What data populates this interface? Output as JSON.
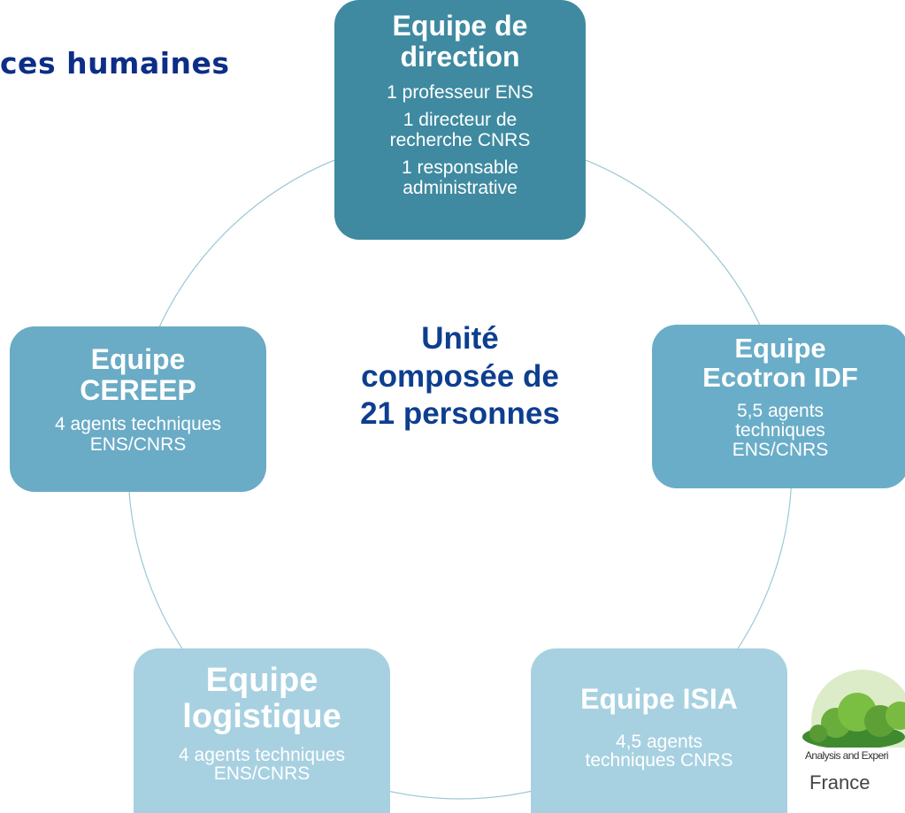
{
  "page_title": "ces humaines",
  "center_text": [
    "Unité",
    "composée de",
    "21 personnes"
  ],
  "boxes": {
    "direction": {
      "title": [
        "Equipe de",
        "direction"
      ],
      "lines": [
        "1 professeur ENS",
        "1 directeur de recherche CNRS",
        "1 responsable administrative"
      ]
    },
    "cereep": {
      "title": [
        "Equipe",
        "CEREEP"
      ],
      "lines": [
        "4 agents techniques ENS/CNRS"
      ]
    },
    "ecotron": {
      "title": [
        "Equipe",
        "Ecotron IDF"
      ],
      "lines": [
        "5,5 agents techniques ENS/CNRS"
      ]
    },
    "logistique": {
      "title": [
        "Equipe",
        "logistique"
      ],
      "lines": [
        "4 agents techniques ENS/CNRS"
      ]
    },
    "isia": {
      "title": [
        "Equipe ISIA"
      ],
      "lines": [
        "4,5 agents techniques CNRS"
      ]
    }
  },
  "logo": {
    "caption": "Analysis and Experi",
    "country": "France"
  },
  "colors": {
    "title": "#0d2e87",
    "center": "#0d3e8f",
    "box_dark": "#3f8aa0",
    "box_mid": "#6aabc6",
    "box_light": "#a7d1e1"
  }
}
